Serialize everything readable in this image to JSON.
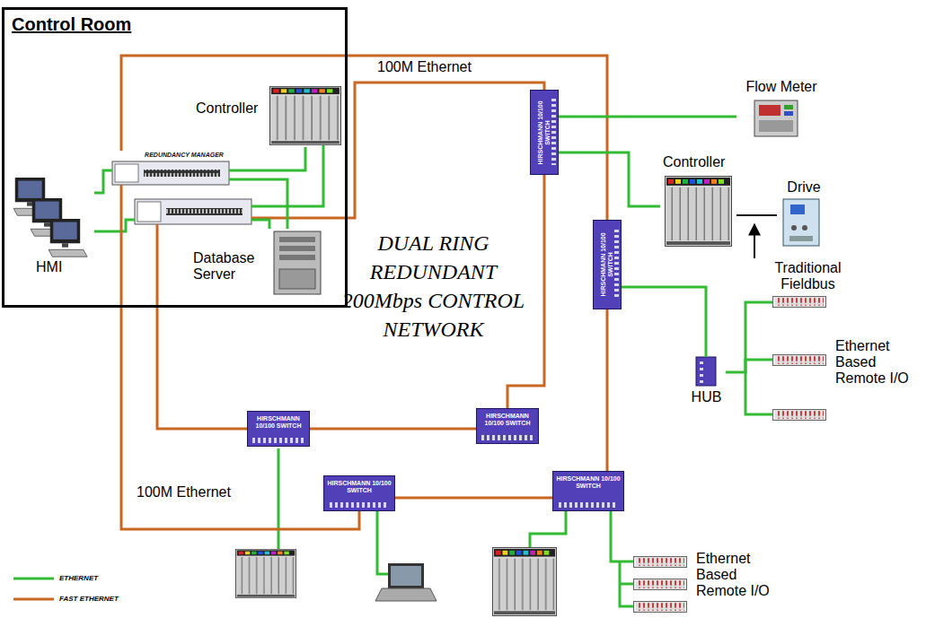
{
  "diagram": {
    "nodes": [
      {
        "text": [
          "Control Room"
        ]
      },
      {
        "text": [
          "REDUNDANCY MANAGER"
        ],
        "in": 0
      },
      {
        "text": [
          "Controller"
        ],
        "in": 0
      },
      {
        "text": [
          "HMI"
        ],
        "in": 0
      },
      {
        "text": [
          "Database Server"
        ],
        "in": 0
      },
      {
        "text": [
          "HIRSCHMANN 10/100 SWITCH"
        ]
      },
      {
        "text": [
          "Flow Meter"
        ]
      },
      {
        "text": [
          "Controller"
        ]
      },
      {
        "text": [
          "Drive"
        ]
      },
      {
        "text": [
          "HIRSCHMANN 10/100 SWITCH"
        ]
      },
      {
        "text": [
          "HUB"
        ]
      },
      {
        "text": [
          "Ethernet Based Remote I/O"
        ]
      },
      {
        "text": [
          "HIRSCHMANN 10/100 SWITCH"
        ]
      },
      {
        "text": [
          "HIRSCHMANN 10/100 SWITCH"
        ]
      },
      {
        "text": [
          "HIRSCHMANN 10/100 SWITCH"
        ]
      },
      {
        "text": [
          "HIRSCHMANN 10/100 SWITCH"
        ]
      },
      {
        "text": [
          "Ethernet Based Remote I/O"
        ]
      }
    ],
    "edges": [
      {
        "from": 1,
        "to": 9,
        "arrow": "none"
      },
      {
        "from": 9,
        "to": 15,
        "arrow": "none"
      },
      {
        "from": 15,
        "to": 14,
        "arrow": "none"
      },
      {
        "from": 14,
        "to": 1,
        "arrow": "none"
      },
      {
        "from": 5,
        "to": 13,
        "arrow": "none"
      },
      {
        "from": 13,
        "to": 12,
        "arrow": "none"
      },
      {
        "from": 3,
        "to": 1,
        "arrow": "none"
      },
      {
        "from": 2,
        "to": 1,
        "arrow": "none"
      },
      {
        "from": 4,
        "to": 1,
        "arrow": "none"
      },
      {
        "from": 5,
        "to": 6,
        "arrow": "none"
      },
      {
        "from": 5,
        "to": 7,
        "arrow": "none"
      },
      {
        "from": 7,
        "to": 8,
        "arrow": "none"
      },
      {
        "from": 9,
        "to": 10,
        "arrow": "none"
      },
      {
        "from": 10,
        "to": 11,
        "arrow": "none"
      },
      {
        "from": 15,
        "to": 16,
        "arrow": "none"
      }
    ],
    "labels": [
      "100M Ethernet",
      "DUAL RING REDUNDANT 200Mbps CONTROL NETWORK",
      "Traditional Fieldbus",
      "100M Ethernet"
    ],
    "legend": [
      {
        "text": "ETHERNET"
      },
      {
        "text": "FAST ETHERNET"
      }
    ]
  }
}
